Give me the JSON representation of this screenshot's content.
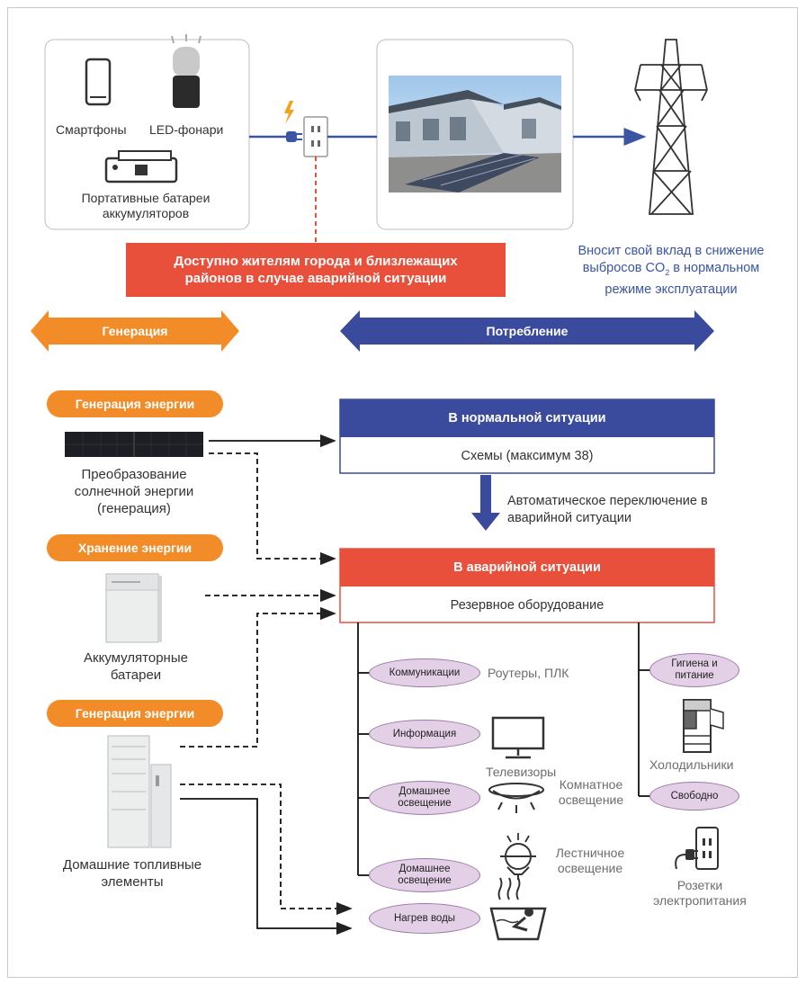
{
  "devices": {
    "smartphones": "Смартфоны",
    "led_lights": "LED-фонари",
    "portable_batteries": "Портативные батареи аккумуляторов"
  },
  "banner": {
    "text": "Доступно жителям города и близлежащих районов в случае аварийной ситуации"
  },
  "co2_note": {
    "part1": "Вносит свой вклад в снижение",
    "part2a": "выбросов CO",
    "sub": "2",
    "part2b": " в нормальном",
    "part3": "режиме эксплуатации"
  },
  "arrows": {
    "generation": "Генерация",
    "consumption": "Потребление"
  },
  "left": {
    "gen_pill_1": "Генерация энергии",
    "solar_label": "Преобразование солнечной энергии (генерация)",
    "storage_pill": "Хранение энергии",
    "battery_label": "Аккумуляторные батареи",
    "gen_pill_2": "Генерация энергии",
    "fuel_cell_label": "Домашние топливные элементы"
  },
  "normal": {
    "header": "В нормальной ситуации",
    "body": "Схемы (максимум 38)"
  },
  "switch_note": "Автоматическое переключение в аварийной ситуации",
  "emergency": {
    "header": "В аварийной ситуации",
    "body": "Резервное оборудование"
  },
  "branches": {
    "communications": "Коммуникации",
    "routers": "Роутеры, ПЛК",
    "information": "Информация",
    "tvs": "Телевизоры",
    "home_lighting_1": "Домашнее освещение",
    "room_lighting": "Комнатное освещение",
    "home_lighting_2": "Домашнее освещение",
    "stair_lighting": "Лестничное освещение",
    "water_heating": "Нагрев воды",
    "hygiene": "Гигиена и питание",
    "fridges": "Холодильники",
    "free": "Свободно",
    "outlets": "Розетки электропитания"
  },
  "colors": {
    "orange": "#f28c28",
    "navy": "#3a4a9c",
    "red": "#e9503b",
    "lilac": "#e3cfe6"
  }
}
